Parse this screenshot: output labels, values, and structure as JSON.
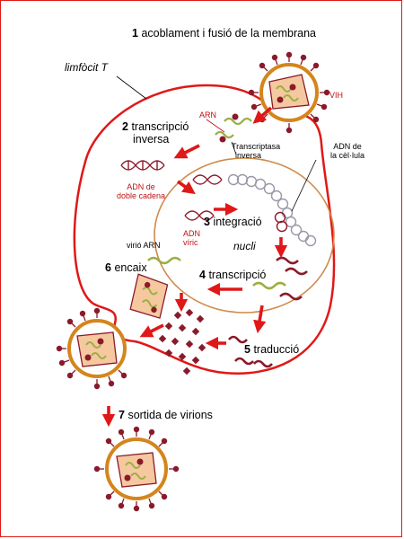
{
  "steps": {
    "s1": {
      "num": "1",
      "text": "acoblament i fusió de la membrana"
    },
    "s2": {
      "num": "2",
      "line1": "transcripció",
      "line2": "inversa"
    },
    "s3": {
      "num": "3",
      "text": "integració"
    },
    "s4": {
      "num": "4",
      "text": "transcripció"
    },
    "s5": {
      "num": "5",
      "text": "traducció"
    },
    "s6": {
      "num": "6",
      "text": "encaix"
    },
    "s7": {
      "num": "7",
      "text": "sortida de virions"
    }
  },
  "labels": {
    "limfocit": "limfòcit T",
    "vih": "VIH",
    "arn": "ARN",
    "transcriptasa1": "Transcriptasa",
    "transcriptasa2": "inversa",
    "adn_cel1": "ADN de",
    "adn_cel2": "la cèl·lula",
    "adn_doble1": "ADN de",
    "adn_doble2": "doble cadena",
    "adn_viric1": "ADN",
    "adn_viric2": "víric",
    "nucli": "nucli",
    "virio_arn": "virió ARN"
  },
  "colors": {
    "membrane": "#e01818",
    "arrow": "#e01818",
    "virus_shell": "#d4851c",
    "virus_spike": "#8a1a2a",
    "capsid": "#f5c8a0",
    "capsid_outline": "#8a1a2a",
    "rna_green": "#9ab040",
    "rna_red": "#8a1a2a",
    "host_dna": "#9898a8",
    "nucleus": "#d08a4a",
    "protein": "#8a1a2a"
  }
}
